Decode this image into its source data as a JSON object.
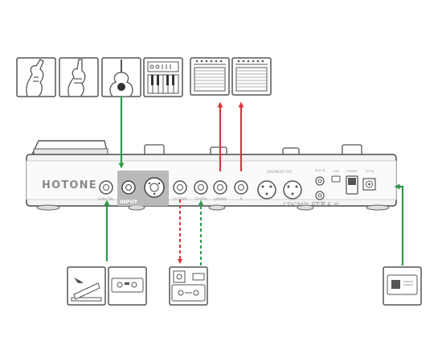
{
  "device": {
    "brand": "HOTONE",
    "model": "CDCM™ F.I.R.E.®",
    "input_label": "INPUT",
    "jack_labels": {
      "exp": "EXP/CTRL",
      "fx_send": "FX SEND",
      "fx_return": "FX RTN",
      "out_l_mono": "L/MONO",
      "out_r": "R",
      "balanced": "BALANCED OUT",
      "aux_in": "AUX IN",
      "phones": "PHONES",
      "usb": "USB",
      "power_switch": "POWER",
      "dc_in": "DC IN"
    }
  },
  "sources": [
    "electric-guitar",
    "bass",
    "acoustic-guitar",
    "keyboard"
  ],
  "amplifiers": [
    "amp-left",
    "amp-right"
  ],
  "peripherals": [
    "expression-pedal",
    "footswitch",
    "fx-loop-effect",
    "power-adapter"
  ],
  "colors": {
    "signal_in": "#2e9a4a",
    "signal_out": "#d9363e",
    "outline": "#4a4a4a",
    "device_body": "#f4f4f4",
    "input_highlight": "#b9b9b9"
  }
}
